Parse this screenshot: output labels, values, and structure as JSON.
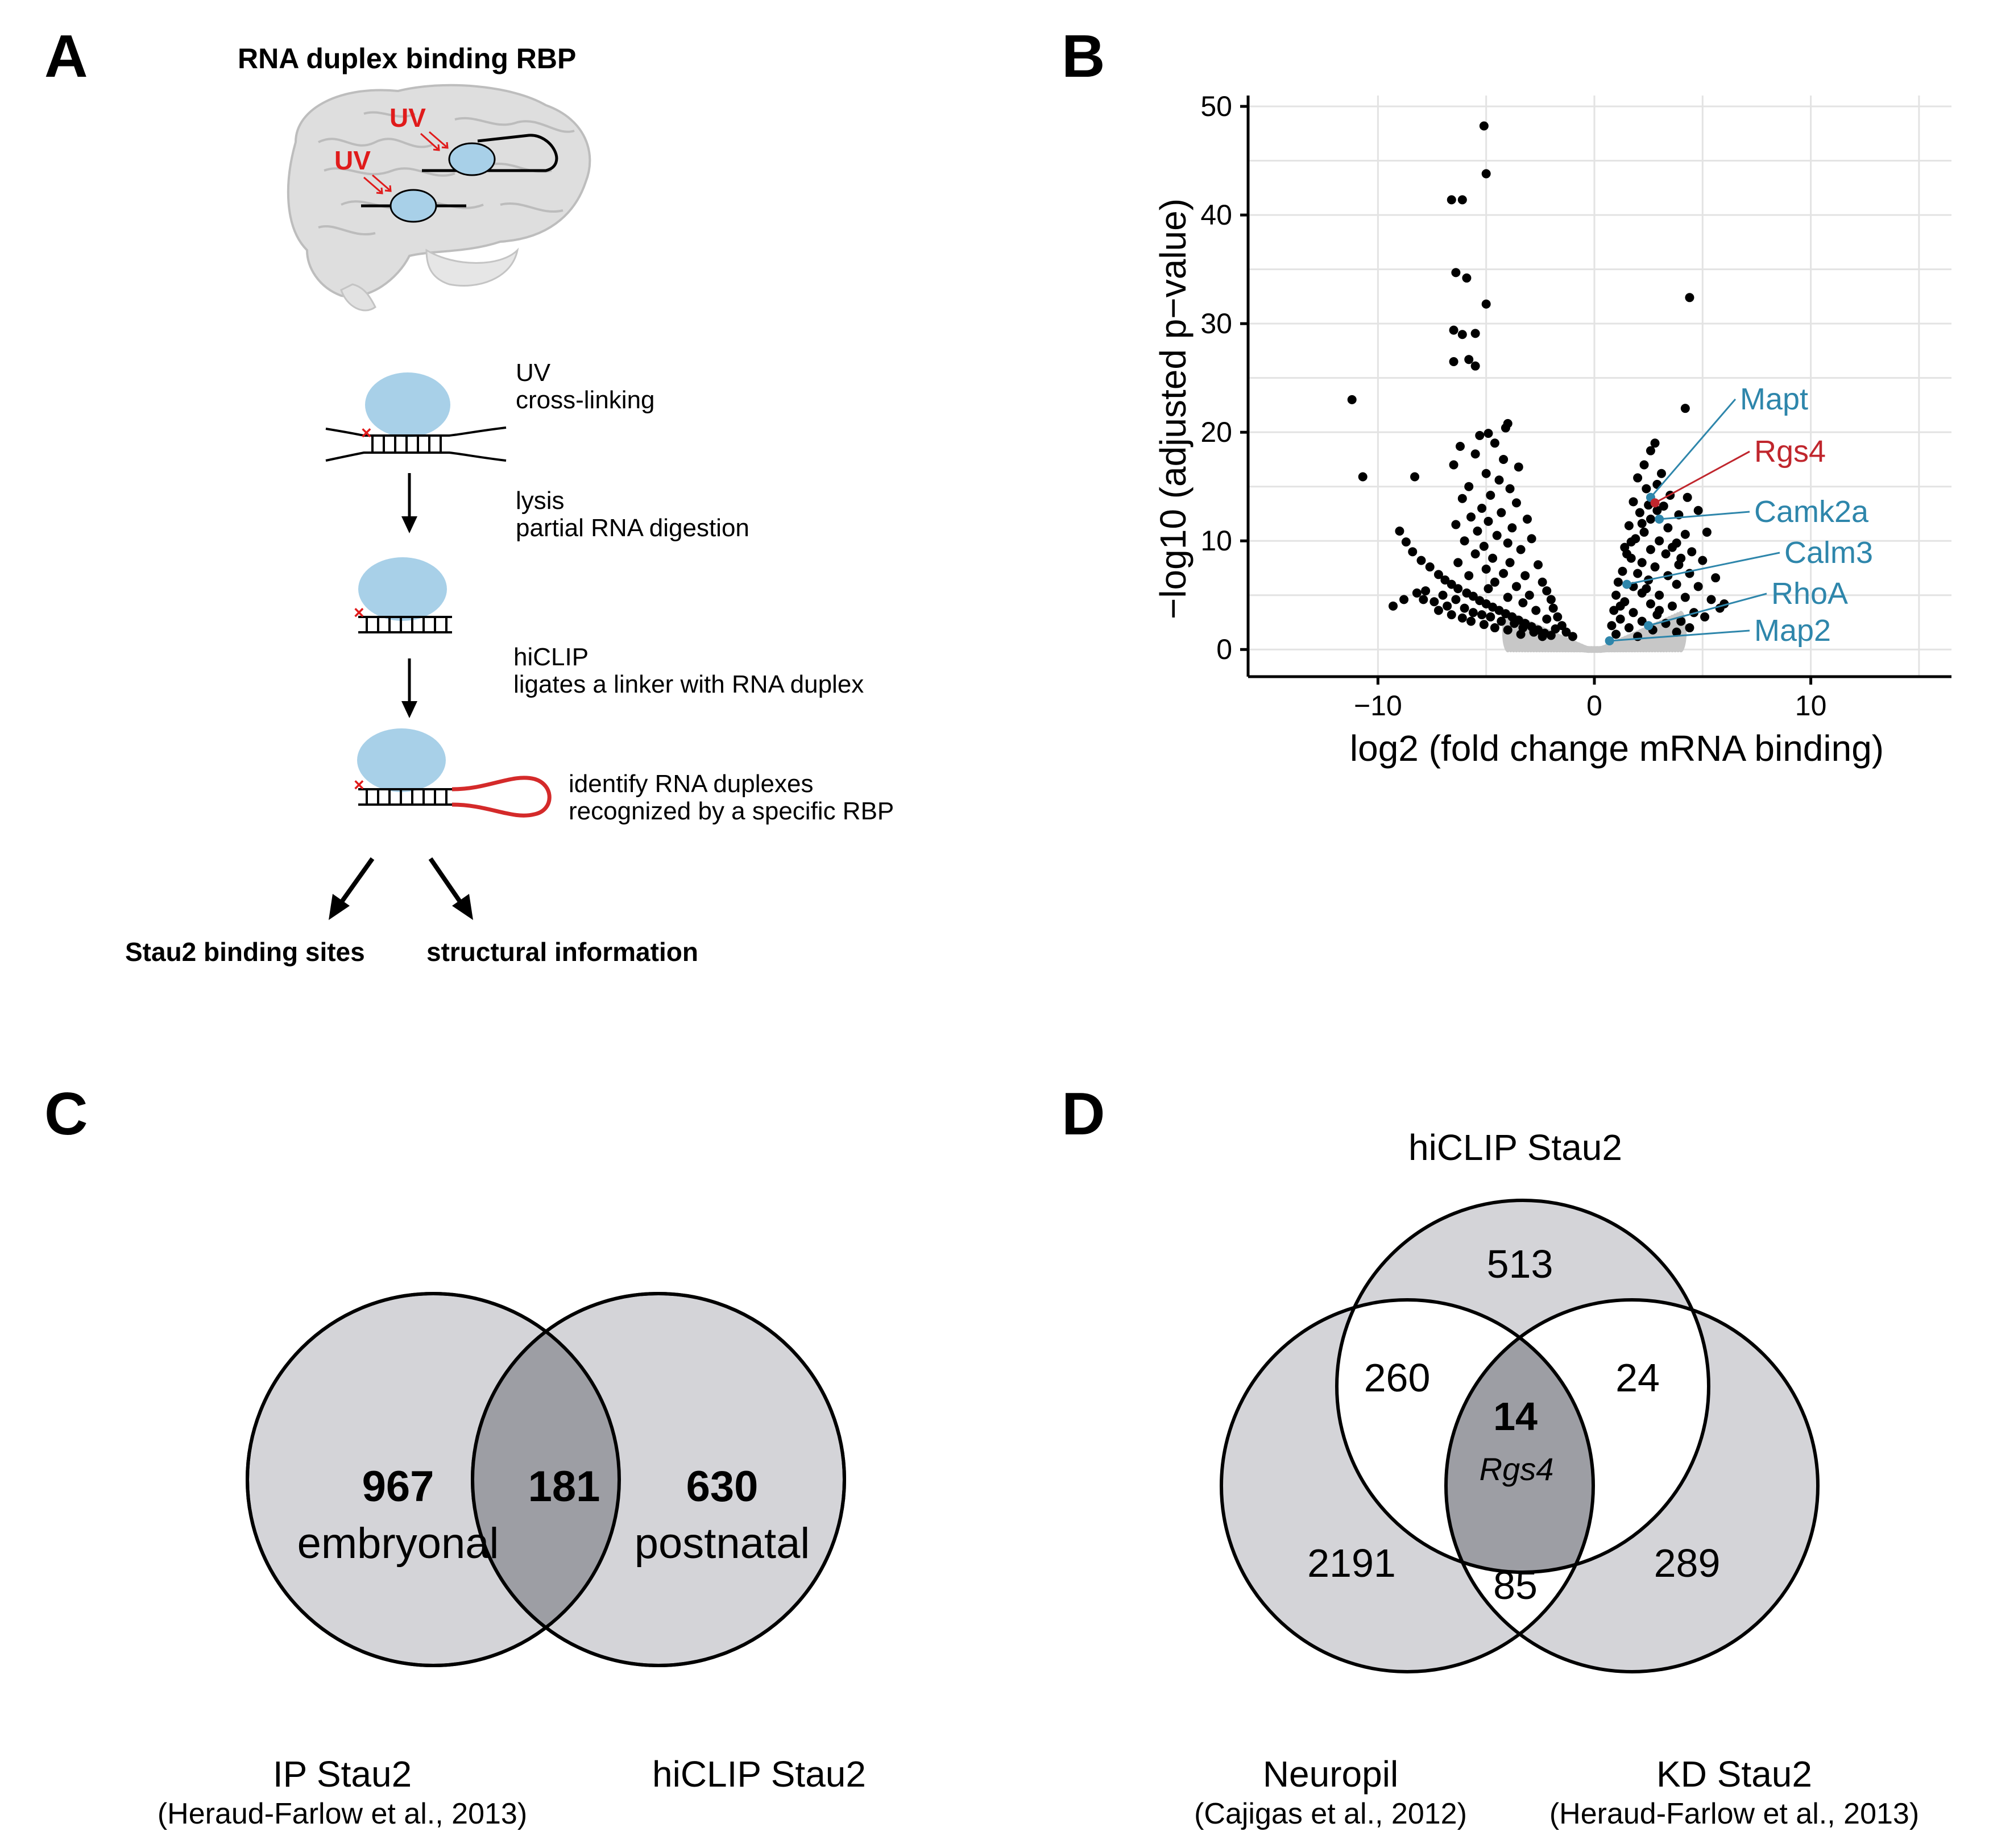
{
  "panels": {
    "A": {
      "letter": "A",
      "title": "RNA duplex binding RBP",
      "uv_label_1": "UV",
      "uv_label_2": "UV",
      "step1": [
        "UV",
        "cross-linking"
      ],
      "step2": [
        "lysis",
        "partial RNA digestion"
      ],
      "step3": [
        "hiCLIP",
        "ligates a linker with RNA duplex"
      ],
      "step4": [
        "identify RNA duplexes",
        "recognized by a specific RBP"
      ],
      "output_left": "Stau2 binding sites",
      "output_right": "structural information"
    },
    "B": {
      "letter": "B"
    },
    "C": {
      "letter": "C",
      "left_count": "967",
      "left_label": "embryonal",
      "overlap_count": "181",
      "right_count": "630",
      "right_label": "postnatal",
      "left_set_name": "IP Stau2",
      "left_set_ref": "(Heraud-Farlow et al., 2013)",
      "right_set_name": "hiCLIP Stau2"
    },
    "D": {
      "letter": "D",
      "top_set_name": "hiCLIP Stau2",
      "left_set_name": "Neuropil",
      "left_set_ref": "(Cajigas et al., 2012)",
      "right_set_name": "KD Stau2",
      "right_set_ref": "(Heraud-Farlow et al., 2013)",
      "top_only": "513",
      "top_left": "260",
      "top_right": "24",
      "center": "14",
      "center_gene": "Rgs4",
      "left_only": "2191",
      "left_right": "85",
      "right_only": "289"
    }
  },
  "colors": {
    "circle_fill": "#d4d4d8",
    "overlap_fill": "#9d9ea4",
    "rbp_blue": "#a8d0e8",
    "uv_red": "#e01b1b",
    "label_blue": "#2e86ab",
    "label_red": "#c0262d",
    "point_black": "#000000",
    "point_grey": "#c7c7c7"
  },
  "chart_data": {
    "type": "scatter",
    "xlabel": "log2 (fold change mRNA binding)",
    "ylabel": "−log10 (adjusted p−value)",
    "x_ticks": [
      "−10",
      "0",
      "10"
    ],
    "y_ticks": [
      "0",
      "10",
      "20",
      "30",
      "40",
      "50"
    ],
    "xlim": [
      -16,
      16.5
    ],
    "ylim": [
      -2.5,
      51
    ],
    "grid": true,
    "highlighted_genes": [
      {
        "name": "Mapt",
        "x": 2.6,
        "y": 14.0,
        "color": "#2e86ab"
      },
      {
        "name": "Rgs4",
        "x": 2.8,
        "y": 13.5,
        "color": "#c0262d"
      },
      {
        "name": "Camk2a",
        "x": 3.0,
        "y": 12.0,
        "color": "#2e86ab"
      },
      {
        "name": "Calm3",
        "x": 1.5,
        "y": 6.0,
        "color": "#2e86ab"
      },
      {
        "name": "RhoA",
        "x": 2.5,
        "y": 2.2,
        "color": "#2e86ab"
      },
      {
        "name": "Map2",
        "x": 0.7,
        "y": 0.8,
        "color": "#2e86ab"
      }
    ],
    "significant_points": [
      [
        -5.1,
        48.2
      ],
      [
        -5.0,
        43.8
      ],
      [
        -6.6,
        41.4
      ],
      [
        -6.1,
        41.4
      ],
      [
        -6.4,
        34.7
      ],
      [
        -5.9,
        34.2
      ],
      [
        4.4,
        32.4
      ],
      [
        -5.0,
        31.8
      ],
      [
        -6.5,
        29.4
      ],
      [
        -6.1,
        29.0
      ],
      [
        -5.5,
        29.1
      ],
      [
        -6.5,
        26.5
      ],
      [
        -5.8,
        26.7
      ],
      [
        -5.5,
        26.1
      ],
      [
        -11.2,
        23.0
      ],
      [
        -10.7,
        15.9
      ],
      [
        -8.3,
        15.9
      ],
      [
        4.2,
        22.2
      ],
      [
        -4.0,
        20.8
      ],
      [
        -4.1,
        20.4
      ],
      [
        -4.9,
        19.9
      ],
      [
        -5.3,
        19.7
      ],
      [
        -4.6,
        19.0
      ],
      [
        -6.2,
        18.7
      ],
      [
        -5.5,
        18.0
      ],
      [
        -4.2,
        17.5
      ],
      [
        -6.5,
        17.0
      ],
      [
        -3.5,
        16.8
      ],
      [
        -5.0,
        16.2
      ],
      [
        -4.4,
        15.6
      ],
      [
        -5.8,
        15.0
      ],
      [
        -3.9,
        14.8
      ],
      [
        -4.8,
        14.2
      ],
      [
        -6.1,
        13.9
      ],
      [
        -3.6,
        13.5
      ],
      [
        -5.2,
        13.0
      ],
      [
        -4.3,
        12.6
      ],
      [
        -5.7,
        12.2
      ],
      [
        -3.1,
        12.0
      ],
      [
        -4.9,
        11.8
      ],
      [
        -6.4,
        11.5
      ],
      [
        -3.8,
        11.2
      ],
      [
        -5.4,
        10.9
      ],
      [
        -4.5,
        10.5
      ],
      [
        -2.9,
        10.2
      ],
      [
        -6.0,
        10.0
      ],
      [
        -4.0,
        9.8
      ],
      [
        -5.1,
        9.5
      ],
      [
        -3.4,
        9.2
      ],
      [
        -9.0,
        10.9
      ],
      [
        -8.7,
        9.9
      ],
      [
        -8.4,
        9.0
      ],
      [
        -8.0,
        8.2
      ],
      [
        -7.6,
        7.6
      ],
      [
        -7.2,
        6.9
      ],
      [
        -6.9,
        6.4
      ],
      [
        -6.6,
        6.0
      ],
      [
        -6.3,
        5.6
      ],
      [
        -5.9,
        5.2
      ],
      [
        -5.6,
        4.9
      ],
      [
        -5.3,
        4.5
      ],
      [
        -5.0,
        4.2
      ],
      [
        -4.7,
        3.9
      ],
      [
        -4.4,
        3.6
      ],
      [
        -4.1,
        3.3
      ],
      [
        -3.8,
        3.0
      ],
      [
        -3.5,
        2.7
      ],
      [
        -3.2,
        2.4
      ],
      [
        -2.9,
        2.1
      ],
      [
        -2.6,
        1.8
      ],
      [
        -2.3,
        1.5
      ],
      [
        -2.0,
        1.3
      ],
      [
        -5.5,
        8.8
      ],
      [
        -4.7,
        8.4
      ],
      [
        -3.9,
        8.0
      ],
      [
        -6.3,
        8.0
      ],
      [
        -2.6,
        7.8
      ],
      [
        -5.0,
        7.4
      ],
      [
        -4.2,
        7.0
      ],
      [
        -3.2,
        6.8
      ],
      [
        -5.8,
        6.8
      ],
      [
        -2.4,
        6.2
      ],
      [
        -4.6,
        6.2
      ],
      [
        -3.6,
        5.8
      ],
      [
        -2.2,
        5.4
      ],
      [
        -4.9,
        5.6
      ],
      [
        -3.0,
        5.0
      ],
      [
        -2.0,
        4.6
      ],
      [
        -4.0,
        4.8
      ],
      [
        -3.3,
        4.3
      ],
      [
        -1.9,
        3.8
      ],
      [
        -2.7,
        3.6
      ],
      [
        -1.7,
        3.0
      ],
      [
        -2.2,
        2.8
      ],
      [
        -1.5,
        2.2
      ],
      [
        -1.8,
        1.9
      ],
      [
        -1.3,
        1.6
      ],
      [
        -1.0,
        1.2
      ],
      [
        -7.8,
        5.4
      ],
      [
        -7.0,
        5.0
      ],
      [
        -6.4,
        4.6
      ],
      [
        -7.4,
        4.4
      ],
      [
        -6.8,
        4.0
      ],
      [
        -6.0,
        3.8
      ],
      [
        -5.6,
        3.4
      ],
      [
        -5.2,
        3.2
      ],
      [
        -4.8,
        3.0
      ],
      [
        -4.3,
        2.6
      ],
      [
        -3.7,
        2.4
      ],
      [
        -3.3,
        2.0
      ],
      [
        -2.8,
        1.6
      ],
      [
        -2.4,
        1.2
      ],
      [
        -7.9,
        4.6
      ],
      [
        -8.2,
        5.2
      ],
      [
        -9.3,
        4.0
      ],
      [
        -8.8,
        4.6
      ],
      [
        -7.2,
        3.6
      ],
      [
        -6.6,
        3.2
      ],
      [
        -6.1,
        2.9
      ],
      [
        -5.7,
        2.6
      ],
      [
        -5.1,
        2.3
      ],
      [
        -4.6,
        2.0
      ],
      [
        -4.0,
        1.8
      ],
      [
        -3.4,
        1.4
      ],
      [
        2.8,
        19.0
      ],
      [
        2.6,
        18.3
      ],
      [
        2.3,
        17.0
      ],
      [
        3.1,
        16.2
      ],
      [
        2.0,
        15.8
      ],
      [
        2.9,
        15.2
      ],
      [
        2.4,
        14.8
      ],
      [
        3.5,
        14.2
      ],
      [
        4.3,
        14.0
      ],
      [
        1.8,
        13.6
      ],
      [
        3.2,
        13.2
      ],
      [
        2.1,
        12.6
      ],
      [
        3.9,
        12.4
      ],
      [
        4.8,
        12.8
      ],
      [
        2.6,
        12.0
      ],
      [
        1.6,
        11.4
      ],
      [
        3.4,
        11.2
      ],
      [
        2.3,
        10.8
      ],
      [
        4.2,
        10.6
      ],
      [
        5.2,
        10.8
      ],
      [
        1.9,
        10.2
      ],
      [
        3.0,
        10.0
      ],
      [
        3.8,
        9.8
      ],
      [
        1.4,
        9.4
      ],
      [
        2.6,
        9.2
      ],
      [
        4.5,
        9.0
      ],
      [
        3.3,
        8.8
      ],
      [
        1.7,
        8.4
      ],
      [
        2.2,
        8.0
      ],
      [
        5.0,
        8.2
      ],
      [
        3.9,
        7.8
      ],
      [
        2.8,
        7.6
      ],
      [
        1.3,
        7.2
      ],
      [
        2.0,
        7.0
      ],
      [
        4.4,
        7.0
      ],
      [
        3.4,
        6.8
      ],
      [
        5.6,
        6.6
      ],
      [
        1.1,
        6.2
      ],
      [
        2.5,
        6.4
      ],
      [
        1.8,
        5.8
      ],
      [
        3.8,
        6.0
      ],
      [
        4.8,
        5.8
      ],
      [
        1.0,
        5.0
      ],
      [
        2.2,
        5.2
      ],
      [
        3.0,
        5.0
      ],
      [
        4.2,
        4.8
      ],
      [
        5.4,
        4.6
      ],
      [
        6.0,
        4.2
      ],
      [
        1.4,
        4.4
      ],
      [
        2.6,
        4.2
      ],
      [
        3.6,
        4.0
      ],
      [
        0.9,
        3.6
      ],
      [
        1.8,
        3.4
      ],
      [
        2.9,
        3.2
      ],
      [
        4.6,
        3.4
      ],
      [
        5.1,
        3.0
      ],
      [
        1.2,
        2.8
      ],
      [
        2.2,
        2.6
      ],
      [
        3.3,
        2.4
      ],
      [
        4.0,
        2.6
      ],
      [
        0.8,
        2.2
      ],
      [
        1.6,
        2.0
      ],
      [
        2.7,
        1.8
      ],
      [
        3.8,
        1.6
      ],
      [
        1.0,
        1.4
      ],
      [
        2.0,
        1.2
      ],
      [
        4.4,
        2.0
      ],
      [
        2.9,
        12.8
      ],
      [
        2.5,
        13.3
      ],
      [
        2.2,
        11.6
      ],
      [
        1.7,
        9.9
      ],
      [
        1.5,
        8.8
      ],
      [
        3.6,
        9.4
      ],
      [
        4.0,
        8.4
      ],
      [
        2.4,
        5.6
      ],
      [
        1.2,
        4.0
      ],
      [
        3.0,
        3.6
      ],
      [
        5.8,
        3.8
      ]
    ]
  }
}
